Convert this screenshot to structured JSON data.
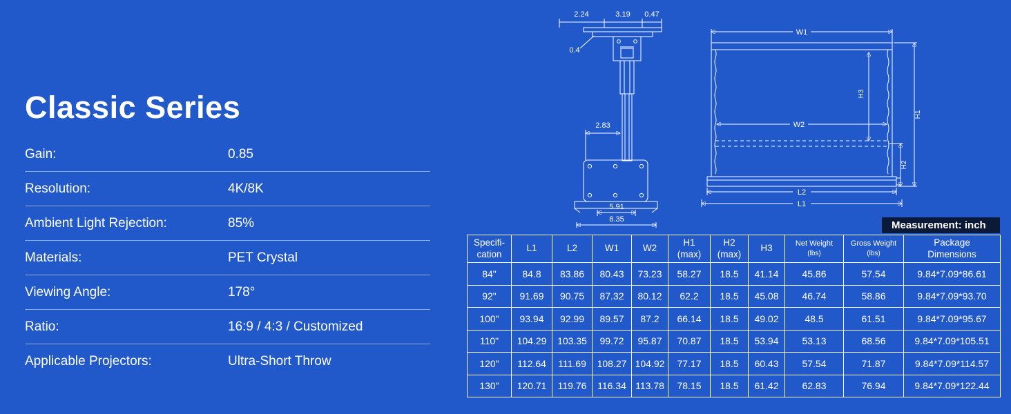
{
  "page": {
    "title": "Classic Series",
    "bg": "#2158ca"
  },
  "specs": {
    "items": [
      {
        "label": "Gain:",
        "value": "0.85"
      },
      {
        "label": "Resolution:",
        "value": "4K/8K"
      },
      {
        "label": "Ambient Light Rejection:",
        "value": "85%"
      },
      {
        "label": "Materials:",
        "value": "PET Crystal"
      },
      {
        "label": "Viewing Angle:",
        "value": "178°"
      },
      {
        "label": "Ratio:",
        "value": "16:9 / 4:3 / Customized"
      },
      {
        "label": "Applicable Projectors:",
        "value": "Ultra-Short Throw"
      }
    ]
  },
  "measurement_note": "Measurement: inch",
  "diagram": {
    "mount": {
      "top_left": "2.24",
      "top_mid": "3.19",
      "top_right": "0.47",
      "plate": "0.4",
      "pole": "2.83",
      "base_inner": "5.91",
      "base_outer": "8.35"
    },
    "screen": {
      "w1": "W1",
      "w2": "W2",
      "h1": "H1",
      "h2": "H2",
      "h3": "H3",
      "l1": "L1",
      "l2": "L2"
    }
  },
  "table": {
    "headers": [
      {
        "lines": [
          "Specifi-",
          "cation"
        ]
      },
      {
        "lines": [
          "L1"
        ]
      },
      {
        "lines": [
          "L2"
        ]
      },
      {
        "lines": [
          "W1"
        ]
      },
      {
        "lines": [
          "W2"
        ]
      },
      {
        "lines": [
          "H1",
          "(max)"
        ]
      },
      {
        "lines": [
          "H2",
          "(max)"
        ]
      },
      {
        "lines": [
          "H3"
        ]
      },
      {
        "lines": [
          "Net Weight",
          "(lbs)"
        ],
        "small": true
      },
      {
        "lines": [
          "Gross Weight",
          "(lbs)"
        ],
        "small": true
      },
      {
        "lines": [
          "Package",
          "Dimensions"
        ]
      }
    ],
    "rows": [
      [
        "84\"",
        "84.8",
        "83.86",
        "80.43",
        "73.23",
        "58.27",
        "18.5",
        "41.14",
        "45.86",
        "57.54",
        "9.84*7.09*86.61"
      ],
      [
        "92\"",
        "91.69",
        "90.75",
        "87.32",
        "80.12",
        "62.2",
        "18.5",
        "45.08",
        "46.74",
        "58.86",
        "9.84*7.09*93.70"
      ],
      [
        "100\"",
        "93.94",
        "92.99",
        "89.57",
        "87.2",
        "66.14",
        "18.5",
        "49.02",
        "48.5",
        "61.51",
        "9.84*7.09*95.67"
      ],
      [
        "110\"",
        "104.29",
        "103.35",
        "99.72",
        "95.87",
        "70.87",
        "18.5",
        "53.94",
        "53.13",
        "68.56",
        "9.84*7.09*105.51"
      ],
      [
        "120\"",
        "112.64",
        "111.69",
        "108.27",
        "104.92",
        "77.17",
        "18.5",
        "60.43",
        "57.54",
        "71.87",
        "9.84*7.09*114.57"
      ],
      [
        "130\"",
        "120.71",
        "119.76",
        "116.34",
        "113.78",
        "78.15",
        "18.5",
        "61.42",
        "62.83",
        "76.94",
        "9.84*7.09*122.44"
      ]
    ]
  }
}
